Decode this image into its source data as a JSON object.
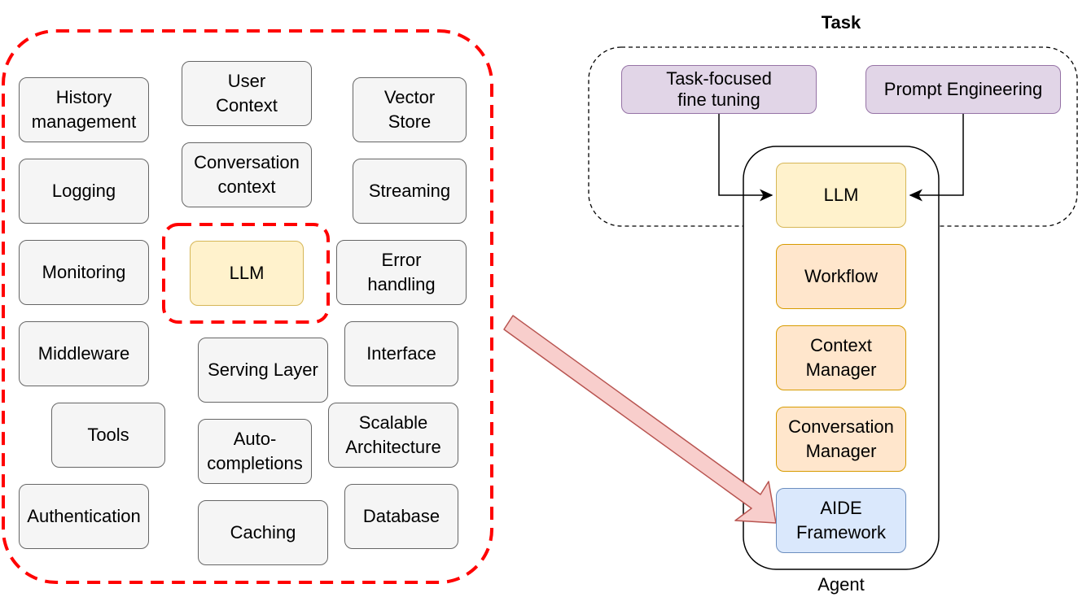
{
  "left_group": {
    "components": [
      "History\nmanagement",
      "User\nContext",
      "Vector\nStore",
      "Logging",
      "Conversation\ncontext",
      "Streaming",
      "Monitoring",
      "LLM",
      "Error\nhandling",
      "Middleware",
      "Serving Layer",
      "Interface",
      "Tools",
      "Auto-\ncompletions",
      "Scalable\nArchitecture",
      "Authentication",
      "Caching",
      "Database"
    ]
  },
  "task_group": {
    "title": "Task",
    "fine_tuning": "Task-focused\nfine tuning",
    "prompt_engineering": "Prompt Engineering"
  },
  "agent": {
    "label": "Agent",
    "layers": [
      "LLM",
      "Workflow",
      "Context\nManager",
      "Conversation\nManager",
      "AIDE\nFramework"
    ]
  },
  "colors": {
    "dashed_highlight": "#ff0000",
    "arrow_fill": "#f8cecc",
    "arrow_stroke": "#b85450"
  }
}
